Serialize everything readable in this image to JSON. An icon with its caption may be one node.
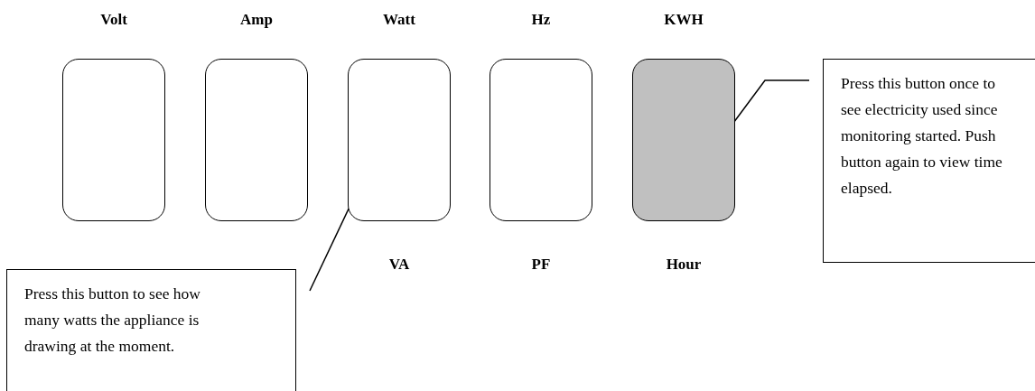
{
  "diagram": {
    "nodes": [
      {
        "text": [
          "Volt"
        ]
      },
      {
        "text": [
          "Amp"
        ]
      },
      {
        "text": [
          "Watt",
          "VA"
        ]
      },
      {
        "text": [
          "Hz",
          "PF"
        ]
      },
      {
        "text": [
          "KWH",
          "Hour"
        ]
      },
      {
        "text": [
          "Press this button to see how many watts the appliance is drawing at the moment."
        ]
      },
      {
        "text": [
          "Press this button once to see electricity used since monitoring started. Push button again to view time elapsed."
        ]
      }
    ],
    "edges": [
      {
        "from": 5,
        "to": 2,
        "arrow": "none"
      },
      {
        "from": 6,
        "to": 4,
        "arrow": "none"
      }
    ]
  }
}
